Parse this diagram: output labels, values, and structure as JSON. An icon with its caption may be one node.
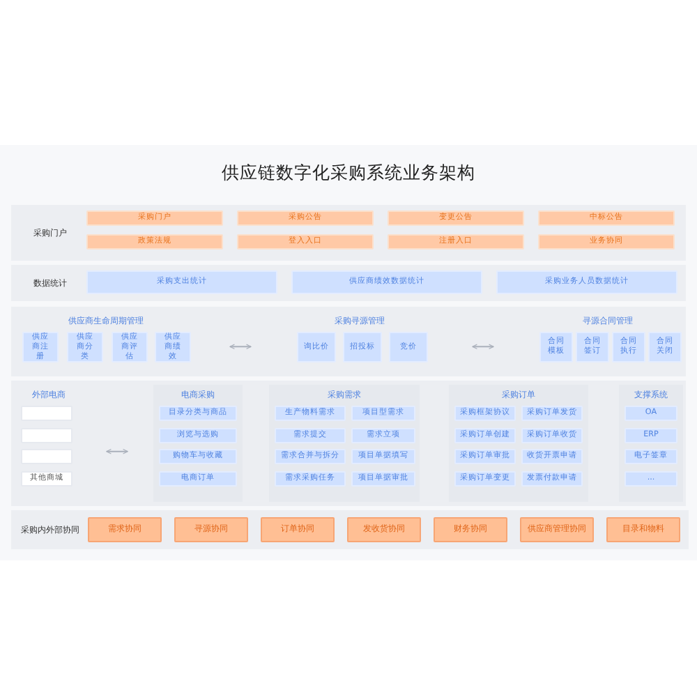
{
  "diagram": {
    "title": "供应链数字化采购系统业务架构",
    "nodes": [
      {
        "text": [
          "采购门户"
        ]
      },
      {
        "text": [
          "采购门户"
        ],
        "in": 0
      },
      {
        "text": [
          "采购公告"
        ],
        "in": 0
      },
      {
        "text": [
          "变更公告"
        ],
        "in": 0
      },
      {
        "text": [
          "中标公告"
        ],
        "in": 0
      },
      {
        "text": [
          "政策法规"
        ],
        "in": 0
      },
      {
        "text": [
          "登入入口"
        ],
        "in": 0
      },
      {
        "text": [
          "注册入口"
        ],
        "in": 0
      },
      {
        "text": [
          "业务协同"
        ],
        "in": 0
      },
      {
        "text": [
          "数据统计"
        ]
      },
      {
        "text": [
          "采购支出统计"
        ],
        "in": 9
      },
      {
        "text": [
          "供应商绩效数据统计"
        ],
        "in": 9
      },
      {
        "text": [
          "采购业务人员数据统计"
        ],
        "in": 9
      },
      {
        "text": [
          "供应商生命周期管理"
        ]
      },
      {
        "text": [
          "供应商注册"
        ],
        "in": 13
      },
      {
        "text": [
          "供应商分类"
        ],
        "in": 13
      },
      {
        "text": [
          "供应商评估"
        ],
        "in": 13
      },
      {
        "text": [
          "供应商绩效"
        ],
        "in": 13
      },
      {
        "text": [
          "采购寻源管理"
        ]
      },
      {
        "text": [
          "询比价"
        ],
        "in": 18
      },
      {
        "text": [
          "招投标"
        ],
        "in": 18
      },
      {
        "text": [
          "竞价"
        ],
        "in": 18
      },
      {
        "text": [
          "寻源合同管理"
        ]
      },
      {
        "text": [
          "合同模板"
        ],
        "in": 22
      },
      {
        "text": [
          "合同签订"
        ],
        "in": 22
      },
      {
        "text": [
          "合同执行"
        ],
        "in": 22
      },
      {
        "text": [
          "合同关闭"
        ],
        "in": 22
      },
      {
        "text": [
          "外部电商"
        ]
      },
      {
        "text": [],
        "shape": "box",
        "in": 27
      },
      {
        "text": [],
        "shape": "box",
        "in": 27
      },
      {
        "text": [],
        "shape": "box",
        "in": 27
      },
      {
        "text": [
          "其他商城"
        ],
        "in": 27
      },
      {
        "text": [
          "电商采购"
        ]
      },
      {
        "text": [
          "目录分类与商品"
        ],
        "in": 32
      },
      {
        "text": [
          "浏览与选购"
        ],
        "in": 32
      },
      {
        "text": [
          "购物车与收藏"
        ],
        "in": 32
      },
      {
        "text": [
          "电商订单"
        ],
        "in": 32
      },
      {
        "text": [
          "采购需求"
        ]
      },
      {
        "text": [
          "生产物料需求"
        ],
        "in": 37
      },
      {
        "text": [
          "项目型需求"
        ],
        "in": 37
      },
      {
        "text": [
          "需求提交"
        ],
        "in": 37
      },
      {
        "text": [
          "需求立项"
        ],
        "in": 37
      },
      {
        "text": [
          "需求合并与拆分"
        ],
        "in": 37
      },
      {
        "text": [
          "项目单据填写"
        ],
        "in": 37
      },
      {
        "text": [
          "需求采购任务"
        ],
        "in": 37
      },
      {
        "text": [
          "项目单据审批"
        ],
        "in": 37
      },
      {
        "text": [
          "采购订单"
        ]
      },
      {
        "text": [
          "采购框架协议"
        ],
        "in": 46
      },
      {
        "text": [
          "采购订单发货"
        ],
        "in": 46
      },
      {
        "text": [
          "采购订单创建"
        ],
        "in": 46
      },
      {
        "text": [
          "采购订单收货"
        ],
        "in": 46
      },
      {
        "text": [
          "采购订单审批"
        ],
        "in": 46
      },
      {
        "text": [
          "收货开票申请"
        ],
        "in": 46
      },
      {
        "text": [
          "采购订单变更"
        ],
        "in": 46
      },
      {
        "text": [
          "发票付款申请"
        ],
        "in": 46
      },
      {
        "text": [
          "支撑系统"
        ]
      },
      {
        "text": [
          "OA"
        ],
        "in": 55
      },
      {
        "text": [
          "ERP"
        ],
        "in": 55
      },
      {
        "text": [
          "电子签章"
        ],
        "in": 55
      },
      {
        "text": [
          "..."
        ],
        "in": 55
      },
      {
        "text": [
          "采购内外部协同"
        ]
      },
      {
        "text": [
          "需求协同"
        ],
        "in": 60
      },
      {
        "text": [
          "寻源协同"
        ],
        "in": 60
      },
      {
        "text": [
          "订单协同"
        ],
        "in": 60
      },
      {
        "text": [
          "发收货协同"
        ],
        "in": 60
      },
      {
        "text": [
          "财务协同"
        ],
        "in": 60
      },
      {
        "text": [
          "供应商管理协同"
        ],
        "in": 60
      },
      {
        "text": [
          "目录和物料"
        ],
        "in": 60
      }
    ],
    "edges": [
      {
        "from": 13,
        "to": 18,
        "arrow": "both"
      },
      {
        "from": 18,
        "to": 22,
        "arrow": "both"
      },
      {
        "from": 27,
        "to": 32,
        "arrow": "both"
      }
    ]
  }
}
